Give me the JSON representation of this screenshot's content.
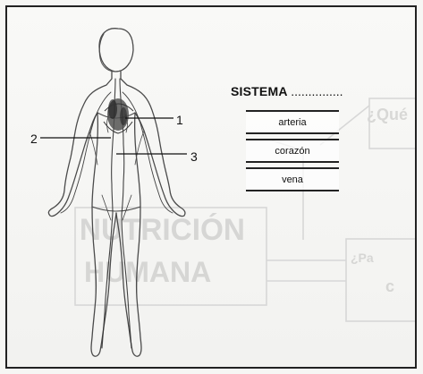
{
  "diagram": {
    "title_main": "SISTEMA",
    "title_blank": "...............",
    "labels": [
      "1",
      "2",
      "3"
    ],
    "boxes": [
      "arteria",
      "corazón",
      "vena"
    ],
    "faint_text": [
      "NUTRICIÓN",
      "HUMANA",
      "¿Qué",
      "¿Pa",
      "c"
    ]
  }
}
